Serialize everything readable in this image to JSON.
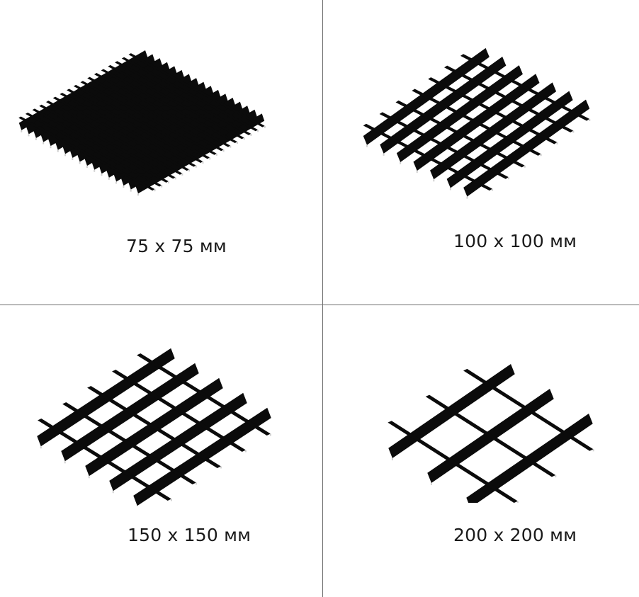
{
  "cells": [
    {
      "label": "75 x 75 мм",
      "lines": 17
    },
    {
      "label": "100 x 100 мм",
      "lines": 7
    },
    {
      "label": "150 x 150 мм",
      "lines": 5
    },
    {
      "label": "200 x 200 мм",
      "lines": 3
    }
  ],
  "colors": {
    "grid": "#0b0b0b",
    "edge": "#d0d0d0",
    "divider": "#6e6e6e"
  },
  "icons": [
    "ceiling-grid-icon"
  ]
}
